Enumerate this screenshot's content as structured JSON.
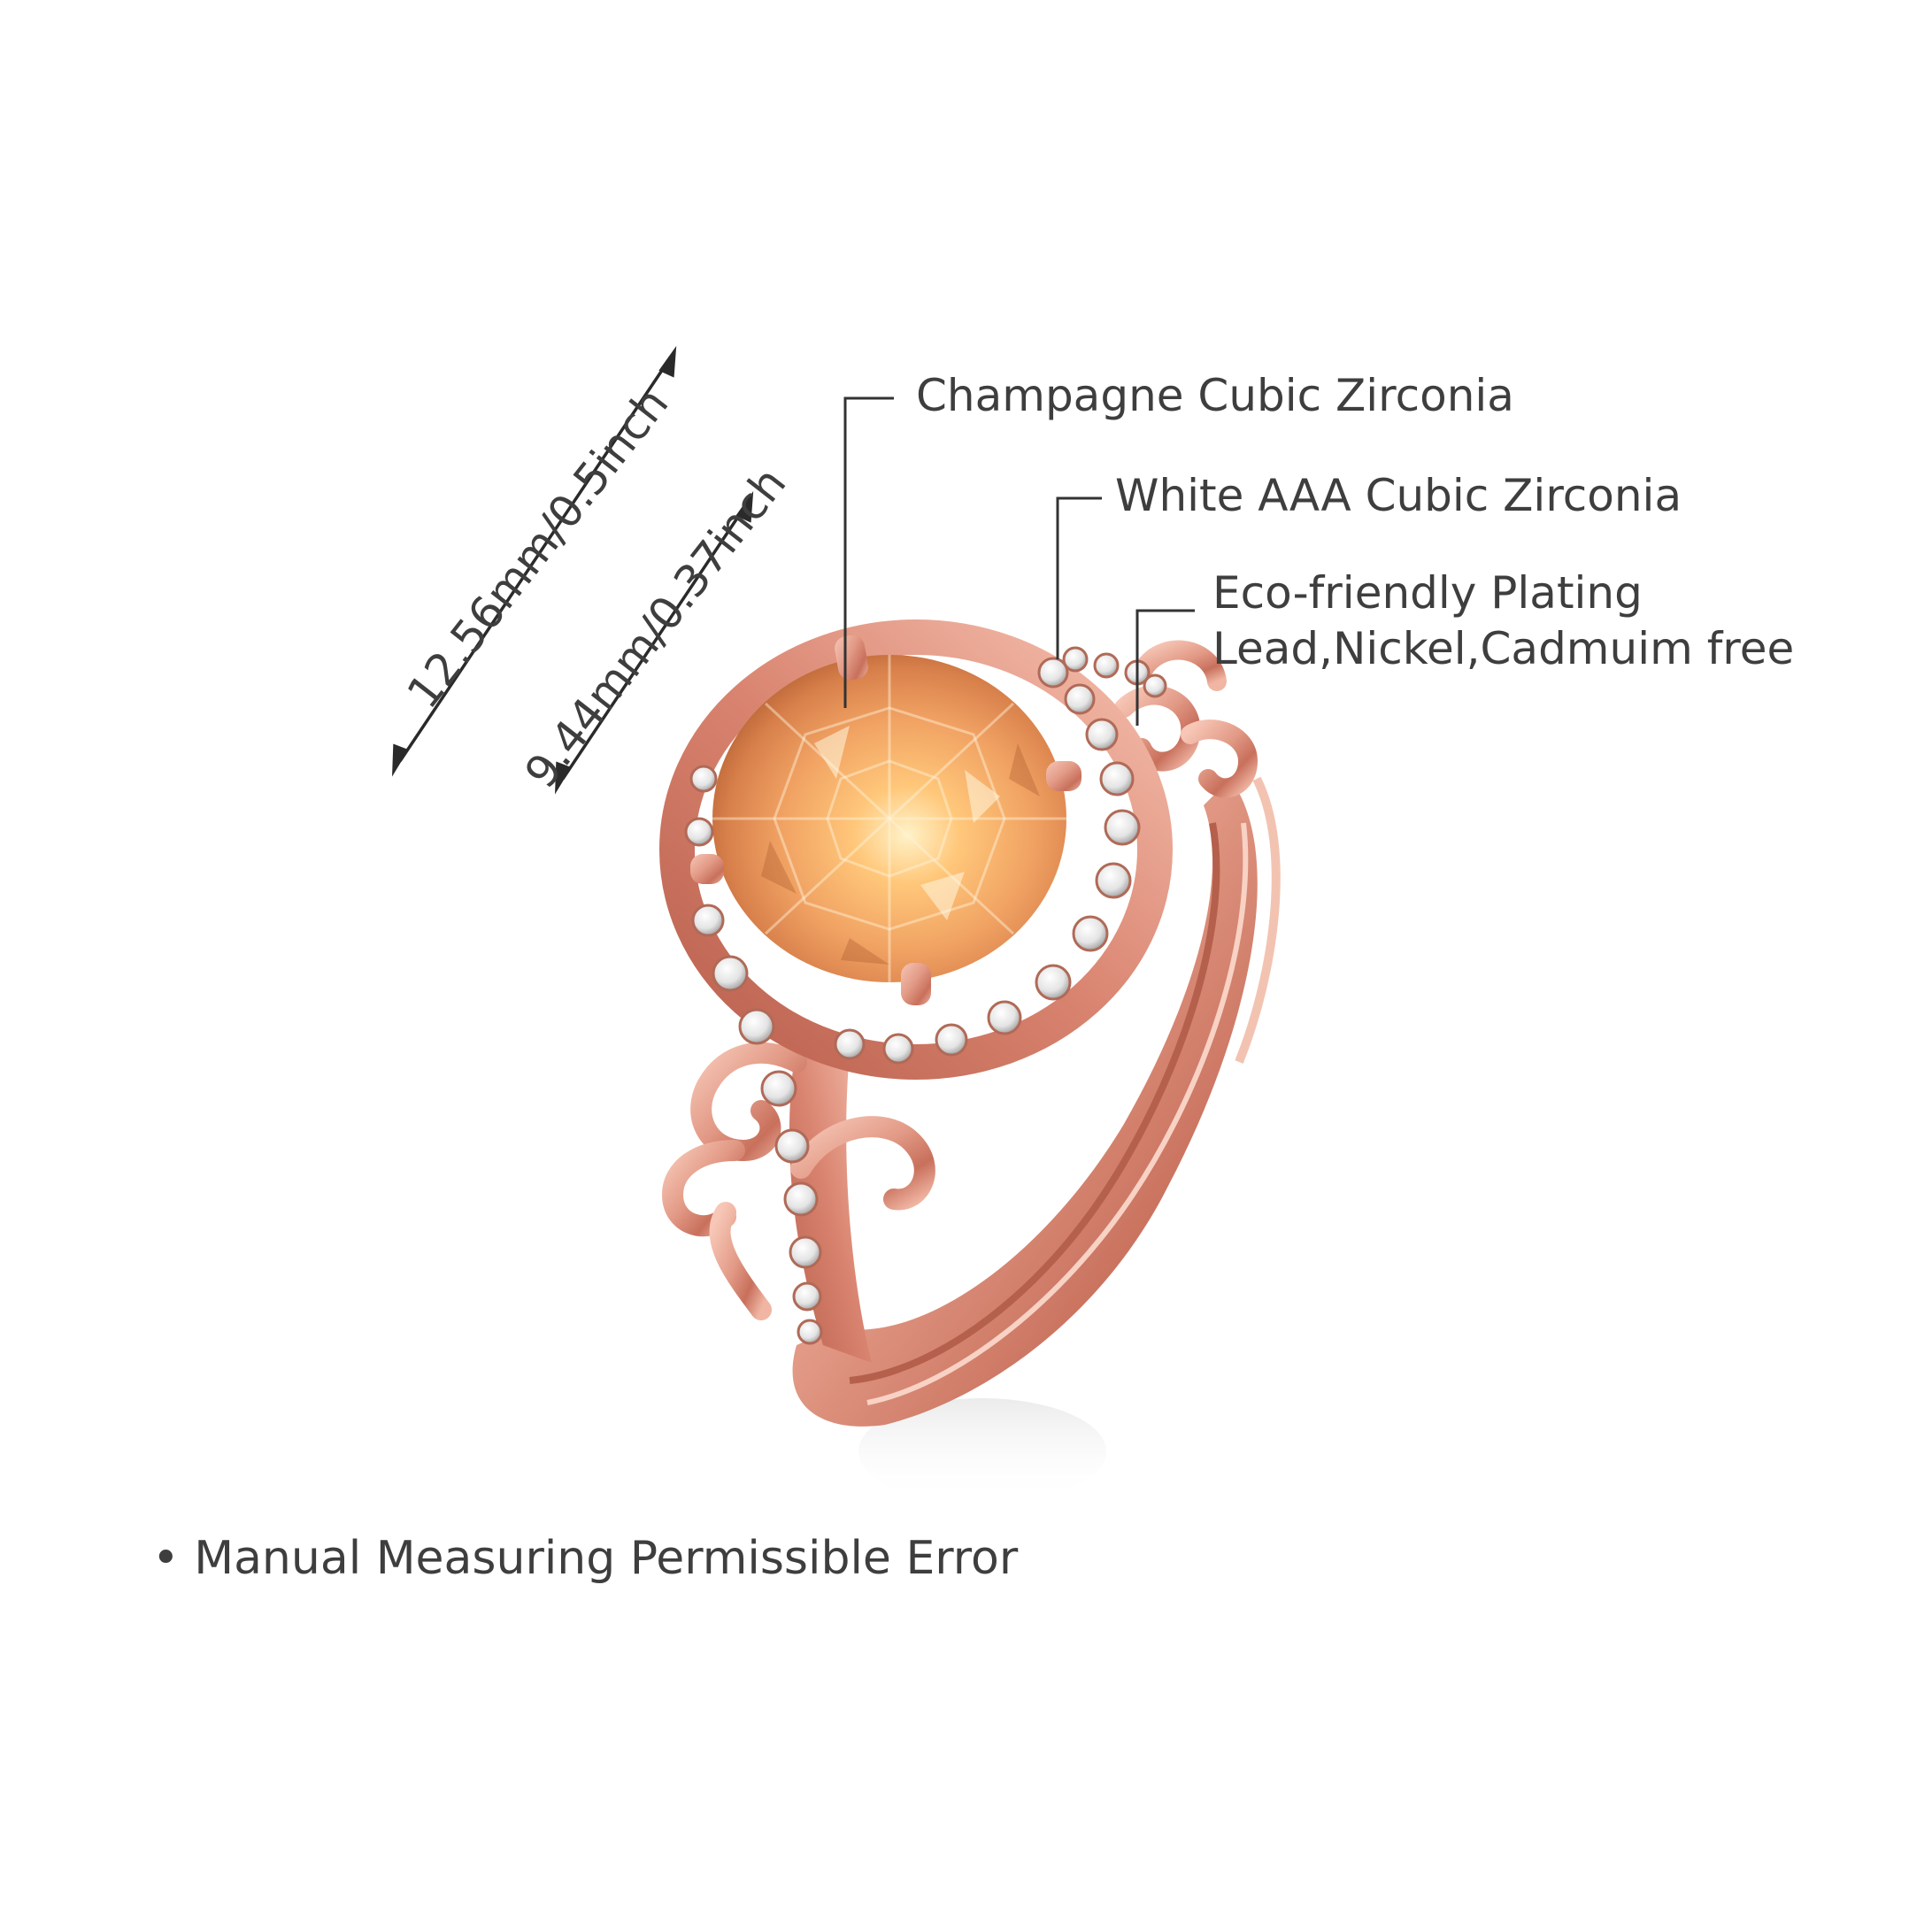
{
  "callouts": {
    "stone": "Champagne Cubic Zirconia",
    "pave": "White AAA Cubic Zirconia",
    "plating_line1": "Eco-friendly Plating",
    "plating_line2": "Lead,Nickel,Cadmuim free"
  },
  "dimensions": {
    "length": "12.56mm/0.5inch",
    "width": "9.44mm/0.37inch"
  },
  "note": "• Manual Measuring Permissible Error",
  "colors": {
    "text": "#3e3e3e",
    "rose_gold": "#e29a86",
    "champagne": "#f2a76a",
    "background": "#ffffff"
  }
}
